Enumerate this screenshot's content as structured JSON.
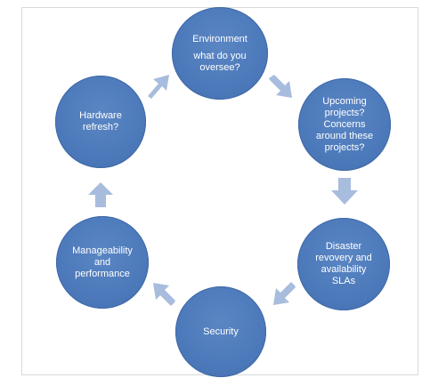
{
  "diagram": {
    "nodes": [
      {
        "id": "environment",
        "title": "Environment",
        "subtitle": "what do you\noversee?"
      },
      {
        "id": "upcoming-projects",
        "title": "Upcoming\nprojects?\nConcerns\naround these\nprojects?"
      },
      {
        "id": "disaster-recovery",
        "title": "Disaster\nrevovery and\navailability\nSLAs"
      },
      {
        "id": "security",
        "title": "Security"
      },
      {
        "id": "manageability",
        "title": "Manageability\nand\nperformance"
      },
      {
        "id": "hardware",
        "title": "Hardware\nrefresh?"
      }
    ],
    "colors": {
      "node_fill": "#4a77b8",
      "arrow_fill": "#a8bcdd",
      "text": "#ffffff"
    }
  }
}
